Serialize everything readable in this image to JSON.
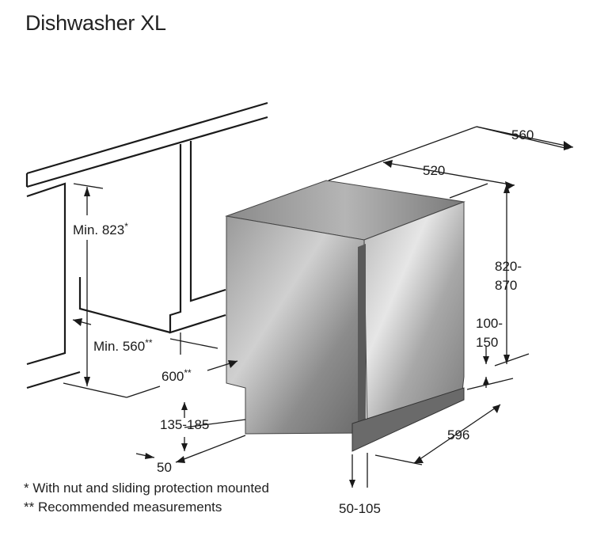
{
  "title": "Dishwasher XL",
  "dimensions": {
    "overall_depth": "560",
    "inner_depth": "520",
    "height_a": "820-",
    "height_b": "870",
    "plinth_a": "100-",
    "plinth_b": "150",
    "width": "596",
    "door_gap": "50-105",
    "kick_height": "135-185",
    "kick_depth": "50",
    "niche_depth": "600",
    "niche_depth_mark": "**",
    "niche_width": "Min. 560",
    "niche_width_mark": "**",
    "niche_height": "Min. 823",
    "niche_height_mark": "*"
  },
  "footnotes": [
    "* With nut and sliding protection mounted",
    "** Recommended measurements"
  ],
  "colors": {
    "appliance_light": "#d8d8d8",
    "appliance_dark": "#6e6e6e",
    "line": "#1a1a1a"
  }
}
